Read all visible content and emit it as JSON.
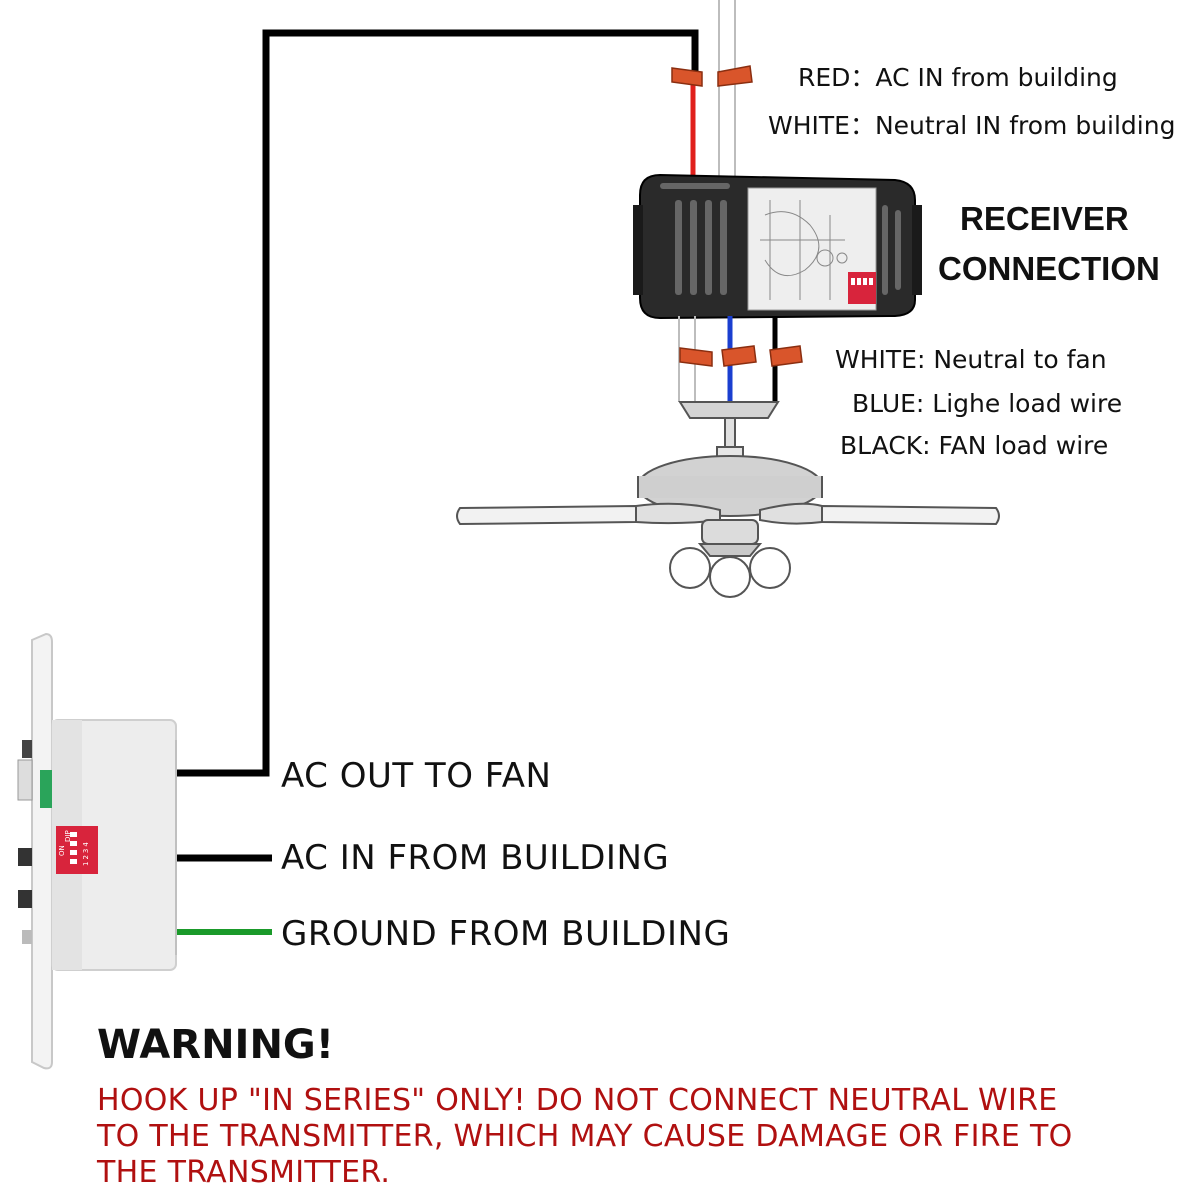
{
  "labels": {
    "red": "RED：AC IN from building",
    "white_in": "WHITE：Neutral IN from building",
    "white_fan": "WHITE: Neutral to fan",
    "blue": "BLUE:  Lighe load wire",
    "black": "BLACK:  FAN load wire",
    "ac_out": "AC OUT TO FAN",
    "ac_in": "AC IN FROM BUILDING",
    "ground": "GROUND FROM BUILDING"
  },
  "receiver_title": {
    "line1": "RECEIVER",
    "line2": "CONNECTION"
  },
  "warning": {
    "title": "WARNING!",
    "lines": [
      "HOOK UP \"IN SERIES\" ONLY! DO NOT CONNECT NEUTRAL WIRE",
      "TO THE TRANSMITTER, WHICH MAY CAUSE DAMAGE OR FIRE TO",
      "THE TRANSMITTER."
    ]
  },
  "dip_switch": {
    "on_label": "ON",
    "dip_label": "DIP",
    "positions": [
      "1",
      "2",
      "3",
      "4"
    ]
  },
  "colors": {
    "red_wire": "#e0201c",
    "blue_wire": "#1a3fd0",
    "black_wire": "#000000",
    "green_wire": "#1a9a2a",
    "connector": "#d9552b",
    "dip": "#d8243c",
    "warning_text": "#b01010"
  }
}
